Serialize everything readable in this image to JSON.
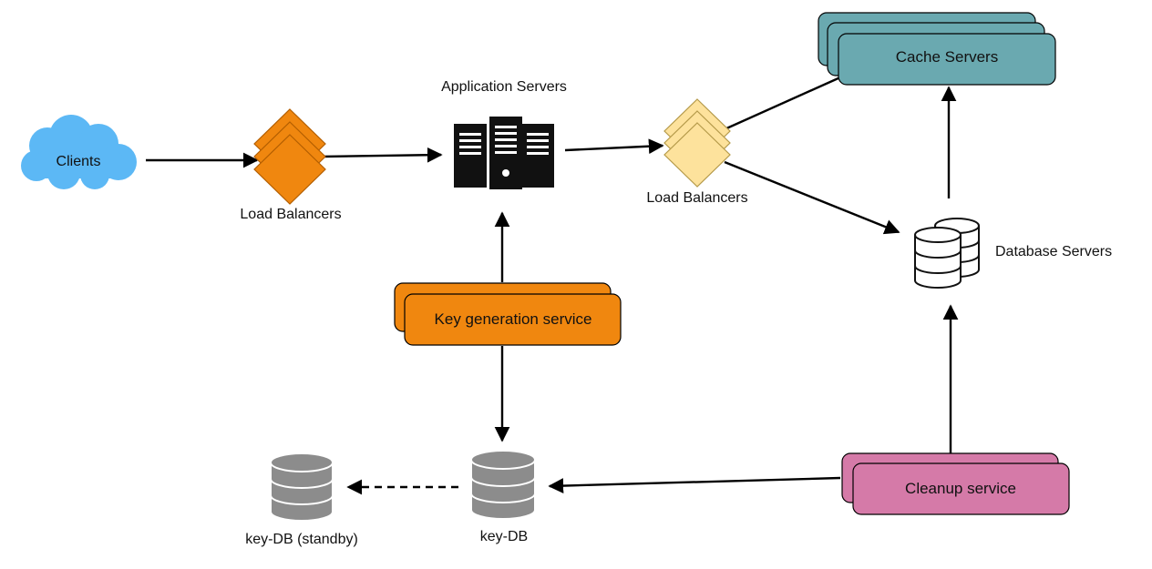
{
  "diagram": {
    "nodes": {
      "clients": {
        "label": "Clients",
        "color": "#5cb8f5",
        "icon": "cloud-icon"
      },
      "lb_front": {
        "label": "Load Balancers",
        "color": "#f0870f",
        "icon": "load-balancer-icon"
      },
      "app_servers": {
        "label": "Application Servers",
        "icon": "server-rack-icon"
      },
      "lb_back": {
        "label": "Load Balancers",
        "color": "#fde29c",
        "icon": "load-balancer-icon"
      },
      "cache_servers": {
        "label": "Cache Servers",
        "color": "#6aa9b0"
      },
      "database_servers": {
        "label": "Database Servers",
        "icon": "database-icon"
      },
      "key_generation_service": {
        "label": "Key generation service",
        "color": "#f0870f"
      },
      "key_db": {
        "label": "key-DB",
        "color": "#8c8c8c",
        "icon": "database-icon"
      },
      "key_db_standby": {
        "label": "key-DB (standby)",
        "color": "#8c8c8c",
        "icon": "database-icon"
      },
      "cleanup_service": {
        "label": "Cleanup service",
        "color": "#d57aa8"
      }
    },
    "edges": [
      {
        "from": "clients",
        "to": "lb_front",
        "style": "solid"
      },
      {
        "from": "lb_front",
        "to": "app_servers",
        "style": "solid"
      },
      {
        "from": "app_servers",
        "to": "lb_back",
        "style": "solid"
      },
      {
        "from": "lb_back",
        "to": "cache_servers",
        "style": "solid"
      },
      {
        "from": "lb_back",
        "to": "database_servers",
        "style": "solid"
      },
      {
        "from": "database_servers",
        "to": "cache_servers",
        "style": "solid"
      },
      {
        "from": "key_generation_service",
        "to": "app_servers",
        "style": "solid"
      },
      {
        "from": "key_generation_service",
        "to": "key_db",
        "style": "solid"
      },
      {
        "from": "key_db",
        "to": "key_db_standby",
        "style": "dashed"
      },
      {
        "from": "cleanup_service",
        "to": "key_db",
        "style": "solid"
      },
      {
        "from": "cleanup_service",
        "to": "database_servers",
        "style": "solid"
      }
    ]
  }
}
